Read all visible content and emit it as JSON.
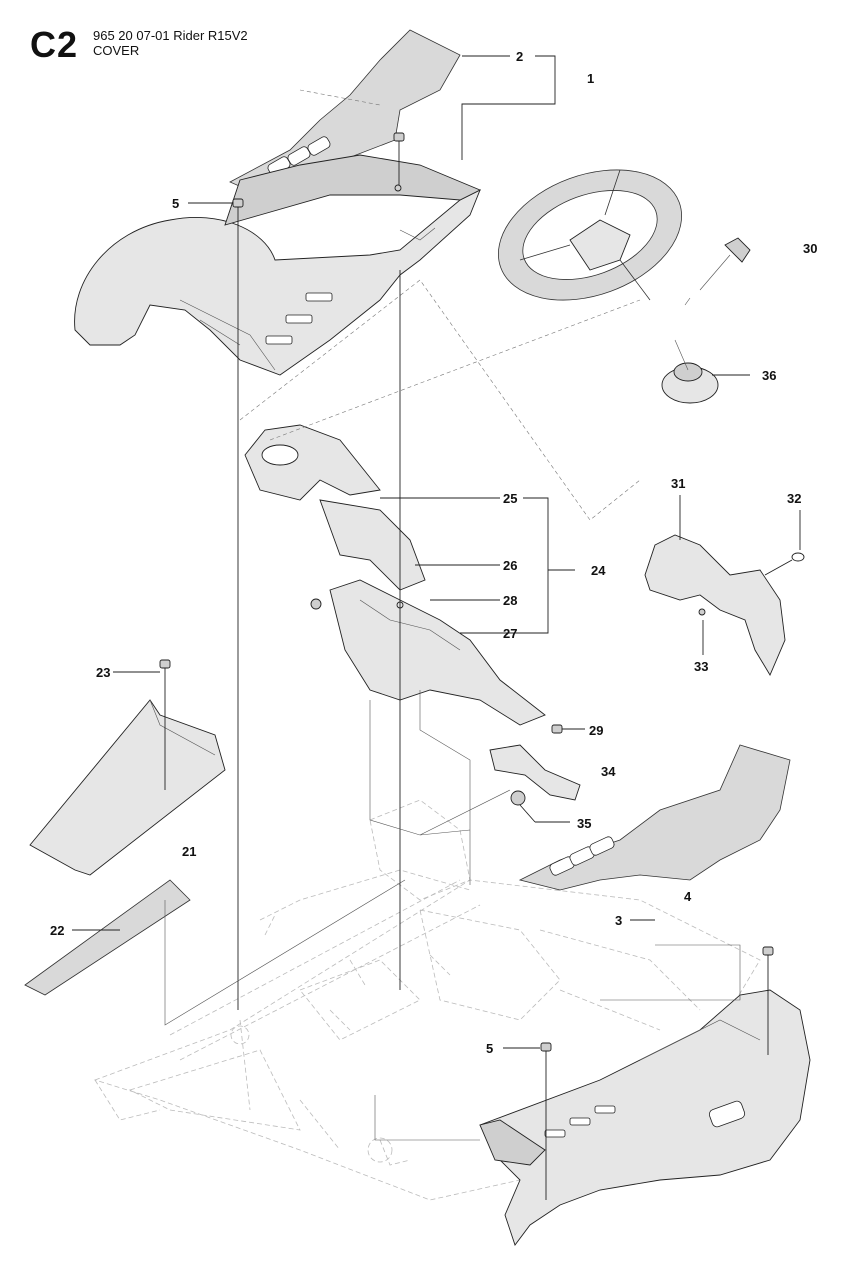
{
  "header": {
    "section_code": "C2",
    "model_line": "965 20 07-01 Rider R15V2",
    "assembly_name": "COVER"
  },
  "callouts": [
    {
      "id": "c1",
      "label": "1"
    },
    {
      "id": "c2",
      "label": "2"
    },
    {
      "id": "c3",
      "label": "3"
    },
    {
      "id": "c4",
      "label": "4"
    },
    {
      "id": "c5a",
      "label": "5"
    },
    {
      "id": "c5b",
      "label": "5"
    },
    {
      "id": "c21",
      "label": "21"
    },
    {
      "id": "c22",
      "label": "22"
    },
    {
      "id": "c23",
      "label": "23"
    },
    {
      "id": "c24",
      "label": "24"
    },
    {
      "id": "c25",
      "label": "25"
    },
    {
      "id": "c26",
      "label": "26"
    },
    {
      "id": "c27",
      "label": "27"
    },
    {
      "id": "c28",
      "label": "28"
    },
    {
      "id": "c29",
      "label": "29"
    },
    {
      "id": "c30",
      "label": "30"
    },
    {
      "id": "c31",
      "label": "31"
    },
    {
      "id": "c32",
      "label": "32"
    },
    {
      "id": "c33",
      "label": "33"
    },
    {
      "id": "c34",
      "label": "34"
    },
    {
      "id": "c35",
      "label": "35"
    },
    {
      "id": "c36",
      "label": "36"
    }
  ]
}
